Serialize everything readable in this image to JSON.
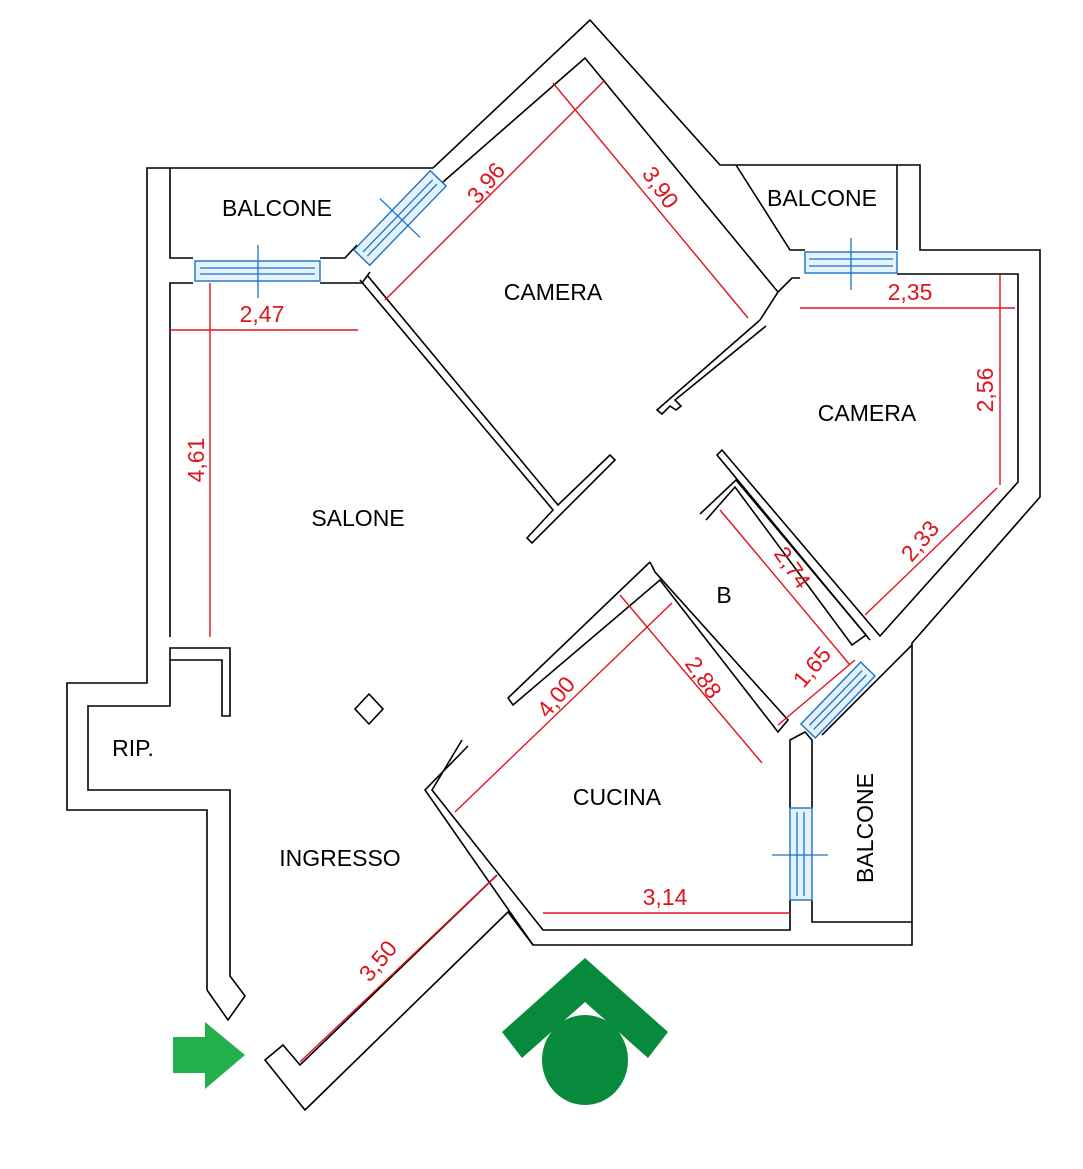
{
  "rooms": {
    "balcone_top_left": "BALCONE",
    "balcone_top_right": "BALCONE",
    "camera_top": "CAMERA",
    "camera_right": "CAMERA",
    "salone": "SALONE",
    "bagno": "B",
    "ripostiglio": "RIP.",
    "ingresso": "INGRESSO",
    "cucina": "CUCINA",
    "balcone_right": "BALCONE"
  },
  "dimensions": {
    "salone_width": "2,47",
    "salone_length": "4,61",
    "camera_top_a": "3,96",
    "camera_top_b": "3,90",
    "camera_right_width": "2,35",
    "camera_right_length": "2,56",
    "camera_right_diag": "2,33",
    "bagno_length": "2,74",
    "bagno_width": "1,65",
    "cucina_a": "4,00",
    "cucina_b": "2,88",
    "cucina_c": "3,14",
    "ingresso_wall": "3,50"
  },
  "colors": {
    "walls": "#000000",
    "dimensions": "#e0141c",
    "windows": "#1a73c9",
    "entrance_arrow": "#22b04b",
    "logo": "#078a3c"
  },
  "icons": {
    "entrance": "entrance-arrow-icon",
    "logo": "agency-logo-icon"
  }
}
